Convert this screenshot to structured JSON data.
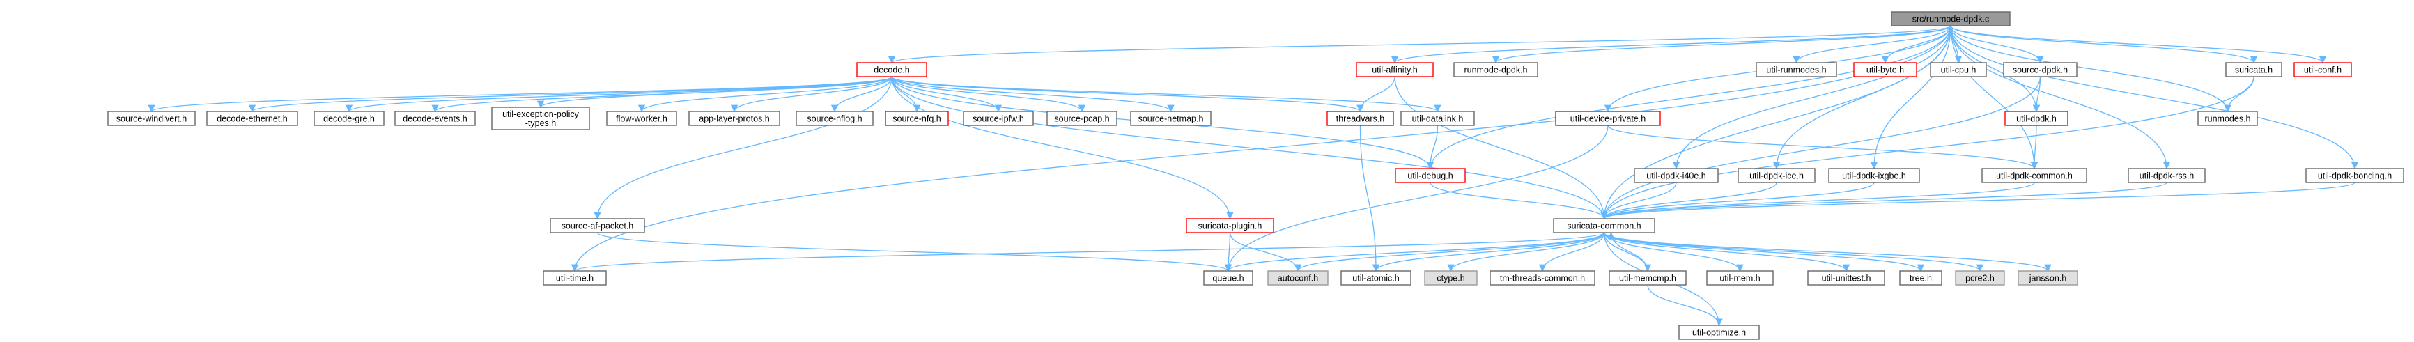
{
  "diagram_title": "src/runmode-dpdk.c",
  "colors": {
    "root_fill": "#999999",
    "root_border": "#666666",
    "node_border": "#666666",
    "node_fill": "#ffffff",
    "external_fill": "#e0e0e0",
    "external_border": "#999999",
    "missing_border": "#ff0000",
    "edge": "#63b8ff"
  },
  "nodes": [
    {
      "id": "root",
      "label": "src/runmode-dpdk.c",
      "kind": "root"
    },
    {
      "id": "decode",
      "label": "decode.h",
      "kind": "missing"
    },
    {
      "id": "util_affinity",
      "label": "util-affinity.h",
      "kind": "missing"
    },
    {
      "id": "runmode_dpdk_h",
      "label": "runmode-dpdk.h",
      "kind": "normal"
    },
    {
      "id": "util_runmodes",
      "label": "util-runmodes.h",
      "kind": "normal"
    },
    {
      "id": "util_byte",
      "label": "util-byte.h",
      "kind": "missing"
    },
    {
      "id": "util_cpu",
      "label": "util-cpu.h",
      "kind": "normal"
    },
    {
      "id": "source_dpdk",
      "label": "source-dpdk.h",
      "kind": "normal"
    },
    {
      "id": "suricata_h",
      "label": "suricata.h",
      "kind": "normal"
    },
    {
      "id": "util_conf",
      "label": "util-conf.h",
      "kind": "missing"
    },
    {
      "id": "source_windivert",
      "label": "source-windivert.h",
      "kind": "normal"
    },
    {
      "id": "decode_ethernet",
      "label": "decode-ethernet.h",
      "kind": "normal"
    },
    {
      "id": "decode_gre",
      "label": "decode-gre.h",
      "kind": "normal"
    },
    {
      "id": "decode_events",
      "label": "decode-events.h",
      "kind": "normal"
    },
    {
      "id": "util_exception",
      "label": "util-exception-policy\n-types.h",
      "kind": "normal"
    },
    {
      "id": "flow_worker",
      "label": "flow-worker.h",
      "kind": "normal"
    },
    {
      "id": "app_layer_protos",
      "label": "app-layer-protos.h",
      "kind": "normal"
    },
    {
      "id": "source_nflog",
      "label": "source-nflog.h",
      "kind": "normal"
    },
    {
      "id": "source_nfq",
      "label": "source-nfq.h",
      "kind": "missing"
    },
    {
      "id": "source_ipfw",
      "label": "source-ipfw.h",
      "kind": "normal"
    },
    {
      "id": "source_pcap",
      "label": "source-pcap.h",
      "kind": "normal"
    },
    {
      "id": "source_netmap",
      "label": "source-netmap.h",
      "kind": "normal"
    },
    {
      "id": "threadvars",
      "label": "threadvars.h",
      "kind": "missing"
    },
    {
      "id": "util_datalink",
      "label": "util-datalink.h",
      "kind": "normal"
    },
    {
      "id": "util_device_private",
      "label": "util-device-private.h",
      "kind": "missing"
    },
    {
      "id": "util_dpdk",
      "label": "util-dpdk.h",
      "kind": "missing"
    },
    {
      "id": "runmodes_h",
      "label": "runmodes.h",
      "kind": "normal"
    },
    {
      "id": "util_debug",
      "label": "util-debug.h",
      "kind": "missing"
    },
    {
      "id": "util_dpdk_i40e",
      "label": "util-dpdk-i40e.h",
      "kind": "normal"
    },
    {
      "id": "util_dpdk_ice",
      "label": "util-dpdk-ice.h",
      "kind": "normal"
    },
    {
      "id": "util_dpdk_ixgbe",
      "label": "util-dpdk-ixgbe.h",
      "kind": "normal"
    },
    {
      "id": "util_dpdk_common",
      "label": "util-dpdk-common.h",
      "kind": "normal"
    },
    {
      "id": "util_dpdk_rss",
      "label": "util-dpdk-rss.h",
      "kind": "normal"
    },
    {
      "id": "util_dpdk_bonding",
      "label": "util-dpdk-bonding.h",
      "kind": "normal"
    },
    {
      "id": "source_af_packet",
      "label": "source-af-packet.h",
      "kind": "normal"
    },
    {
      "id": "suricata_plugin",
      "label": "suricata-plugin.h",
      "kind": "missing"
    },
    {
      "id": "suricata_common",
      "label": "suricata-common.h",
      "kind": "normal"
    },
    {
      "id": "util_time",
      "label": "util-time.h",
      "kind": "normal"
    },
    {
      "id": "queue",
      "label": "queue.h",
      "kind": "normal"
    },
    {
      "id": "autoconf",
      "label": "autoconf.h",
      "kind": "external"
    },
    {
      "id": "util_atomic",
      "label": "util-atomic.h",
      "kind": "normal"
    },
    {
      "id": "ctype",
      "label": "ctype.h",
      "kind": "external"
    },
    {
      "id": "tm_threads_common",
      "label": "tm-threads-common.h",
      "kind": "normal"
    },
    {
      "id": "util_memcmp",
      "label": "util-memcmp.h",
      "kind": "normal"
    },
    {
      "id": "util_mem",
      "label": "util-mem.h",
      "kind": "normal"
    },
    {
      "id": "util_unittest",
      "label": "util-unittest.h",
      "kind": "normal"
    },
    {
      "id": "tree",
      "label": "tree.h",
      "kind": "normal"
    },
    {
      "id": "pcre2",
      "label": "pcre2.h",
      "kind": "external"
    },
    {
      "id": "jansson",
      "label": "jansson.h",
      "kind": "external"
    },
    {
      "id": "util_optimize",
      "label": "util-optimize.h",
      "kind": "normal"
    }
  ],
  "edges": [
    [
      "root",
      "decode"
    ],
    [
      "root",
      "util_affinity"
    ],
    [
      "root",
      "runmode_dpdk_h"
    ],
    [
      "root",
      "util_runmodes"
    ],
    [
      "root",
      "util_byte"
    ],
    [
      "root",
      "util_cpu"
    ],
    [
      "root",
      "source_dpdk"
    ],
    [
      "root",
      "suricata_h"
    ],
    [
      "root",
      "util_conf"
    ],
    [
      "root",
      "runmodes_h"
    ],
    [
      "root",
      "util_time"
    ],
    [
      "root",
      "util_debug"
    ],
    [
      "root",
      "util_device_private"
    ],
    [
      "root",
      "util_dpdk_i40e"
    ],
    [
      "root",
      "util_dpdk_ice"
    ],
    [
      "root",
      "util_dpdk_ixgbe"
    ],
    [
      "root",
      "util_dpdk"
    ],
    [
      "root",
      "util_dpdk_common"
    ],
    [
      "root",
      "util_dpdk_rss"
    ],
    [
      "root",
      "util_dpdk_bonding"
    ],
    [
      "root",
      "suricata_common"
    ],
    [
      "decode",
      "source_windivert"
    ],
    [
      "decode",
      "decode_ethernet"
    ],
    [
      "decode",
      "decode_gre"
    ],
    [
      "decode",
      "decode_events"
    ],
    [
      "decode",
      "util_exception"
    ],
    [
      "decode",
      "flow_worker"
    ],
    [
      "decode",
      "app_layer_protos"
    ],
    [
      "decode",
      "source_nflog"
    ],
    [
      "decode",
      "source_nfq"
    ],
    [
      "decode",
      "source_ipfw"
    ],
    [
      "decode",
      "source_pcap"
    ],
    [
      "decode",
      "source_netmap"
    ],
    [
      "decode",
      "threadvars"
    ],
    [
      "decode",
      "util_datalink"
    ],
    [
      "decode",
      "util_debug"
    ],
    [
      "decode",
      "source_af_packet"
    ],
    [
      "decode",
      "suricata_plugin"
    ],
    [
      "decode",
      "suricata_common"
    ],
    [
      "util_affinity",
      "threadvars"
    ],
    [
      "util_affinity",
      "suricata_common"
    ],
    [
      "threadvars",
      "util_atomic"
    ],
    [
      "util_datalink",
      "util_debug"
    ],
    [
      "util_debug",
      "suricata_common"
    ],
    [
      "source_dpdk",
      "util_dpdk"
    ],
    [
      "source_dpdk",
      "suricata_common"
    ],
    [
      "util_dpdk",
      "util_dpdk_common"
    ],
    [
      "util_dpdk_common",
      "suricata_common"
    ],
    [
      "util_device_private",
      "queue"
    ],
    [
      "util_device_private",
      "util_dpdk_common"
    ],
    [
      "util_dpdk_i40e",
      "suricata_common"
    ],
    [
      "util_dpdk_ice",
      "suricata_common"
    ],
    [
      "util_dpdk_ixgbe",
      "suricata_common"
    ],
    [
      "util_dpdk_rss",
      "suricata_common"
    ],
    [
      "util_dpdk_bonding",
      "suricata_common"
    ],
    [
      "suricata_h",
      "runmodes_h"
    ],
    [
      "suricata_h",
      "suricata_common"
    ],
    [
      "source_af_packet",
      "queue"
    ],
    [
      "suricata_plugin",
      "queue"
    ],
    [
      "suricata_plugin",
      "autoconf"
    ],
    [
      "suricata_common",
      "util_time"
    ],
    [
      "suricata_common",
      "queue"
    ],
    [
      "suricata_common",
      "autoconf"
    ],
    [
      "suricata_common",
      "util_atomic"
    ],
    [
      "suricata_common",
      "ctype"
    ],
    [
      "suricata_common",
      "tm_threads_common"
    ],
    [
      "suricata_common",
      "util_memcmp"
    ],
    [
      "suricata_common",
      "util_mem"
    ],
    [
      "suricata_common",
      "util_unittest"
    ],
    [
      "suricata_common",
      "tree"
    ],
    [
      "suricata_common",
      "pcre2"
    ],
    [
      "suricata_common",
      "jansson"
    ],
    [
      "suricata_common",
      "util_optimize"
    ],
    [
      "util_memcmp",
      "suricata_common"
    ],
    [
      "util_memcmp",
      "util_optimize"
    ]
  ]
}
